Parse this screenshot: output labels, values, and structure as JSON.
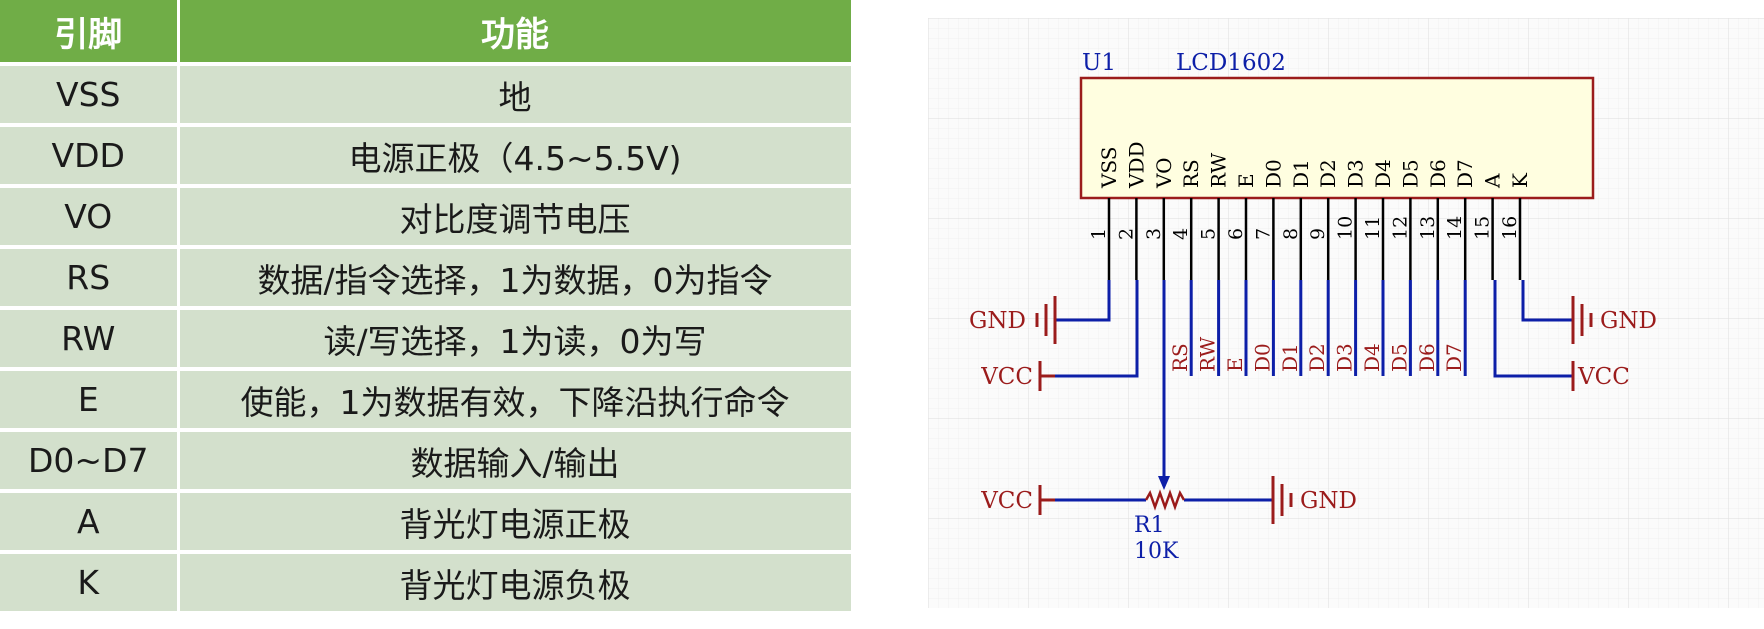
{
  "table": {
    "headers": [
      "引脚",
      "功能"
    ],
    "rows": [
      {
        "pin": "VSS",
        "func": "地"
      },
      {
        "pin": "VDD",
        "func": "电源正极（4.5~5.5V)"
      },
      {
        "pin": "VO",
        "func": "对比度调节电压"
      },
      {
        "pin": "RS",
        "func": "数据/指令选择，1为数据，0为指令"
      },
      {
        "pin": "RW",
        "func": "读/写选择，1为读，0为写"
      },
      {
        "pin": "E",
        "func": "使能，1为数据有效，下降沿执行命令"
      },
      {
        "pin": "D0~D7",
        "func": "数据输入/输出"
      },
      {
        "pin": "A",
        "func": "背光灯电源正极"
      },
      {
        "pin": "K",
        "func": "背光灯电源负极"
      }
    ]
  },
  "schematic": {
    "designator": "U1",
    "part": "LCD1602",
    "pin_names": [
      "VSS",
      "VDD",
      "VO",
      "RS",
      "RW",
      "E",
      "D0",
      "D1",
      "D2",
      "D3",
      "D4",
      "D5",
      "D6",
      "D7",
      "A",
      "K"
    ],
    "pin_numbers": [
      "1",
      "2",
      "3",
      "4",
      "5",
      "6",
      "7",
      "8",
      "9",
      "10",
      "11",
      "12",
      "13",
      "14",
      "15",
      "16"
    ],
    "net_labels": [
      "RS",
      "RW",
      "E",
      "D0",
      "D1",
      "D2",
      "D3",
      "D4",
      "D5",
      "D6",
      "D7"
    ],
    "power": {
      "gnd": "GND",
      "vcc": "VCC"
    },
    "resistor": {
      "designator": "R1",
      "value": "10K"
    }
  },
  "colors": {
    "header_bg": "#70ad47",
    "row_bg": "#d3e0cc",
    "component_fill": "#fffee0",
    "component_border": "#9b1c1c",
    "wire": "#0d1fa8",
    "pin_line": "#000000",
    "net_label": "#9b1c1c",
    "designator": "#0d1fa8",
    "grid": "#e5e5e5"
  }
}
